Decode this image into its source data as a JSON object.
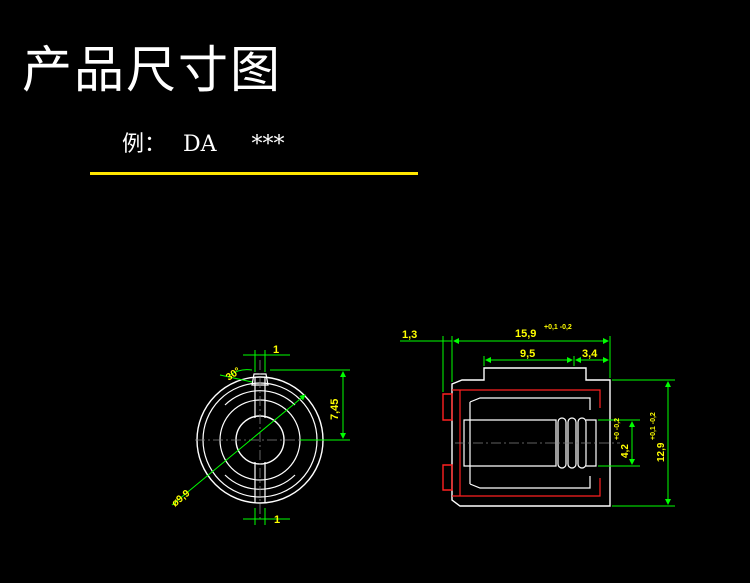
{
  "title": "产品尺寸图",
  "example": {
    "label": "例：",
    "model_prefix": "DA",
    "model_suffix": "***"
  },
  "colors": {
    "background": "#000000",
    "outline": "#ffffff",
    "dimension": "#00ff00",
    "dimension_text": "#ffff00",
    "accent_line": "#ffe600",
    "coil_edge": "#ff2020"
  },
  "front_view": {
    "dims": {
      "top_width": "1",
      "angle": "30°",
      "height": "7,45",
      "diameter": "ø9,9",
      "bottom_width": "1"
    }
  },
  "side_view": {
    "dims": {
      "left_offset": "1,3",
      "overall_length": "15,9",
      "overall_tol": "+0,1\n-0,2",
      "mid_length": "9,5",
      "right_length": "3,4",
      "bore_diameter": "4,2",
      "bore_tol": "+0\n-0,2",
      "outer_diameter": "12,9",
      "outer_tol": "+0,1\n-0,2"
    }
  }
}
